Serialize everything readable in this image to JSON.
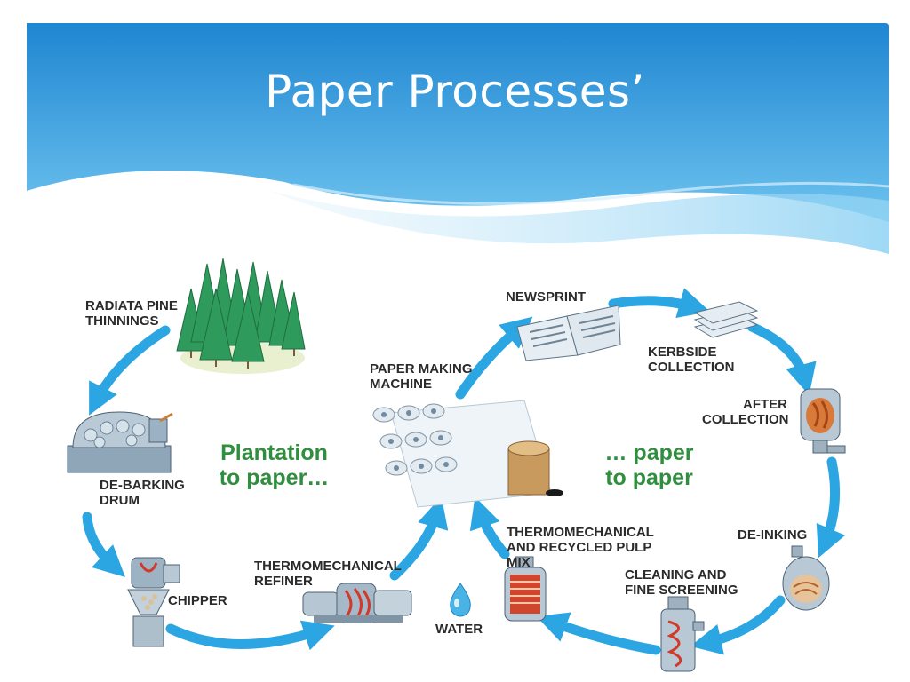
{
  "slide": {
    "title": "Paper Processes’"
  },
  "diagram": {
    "left_cycle_caption": "Plantation\nto paper…",
    "right_cycle_caption": "… paper\nto paper",
    "stages": {
      "radiata": "RADIATA PINE\nTHINNINGS",
      "debarking": "DE-BARKING\nDRUM",
      "chipper": "CHIPPER",
      "refiner": "THERMOMECHANICAL\nREFINER",
      "water": "WATER",
      "paper_machine": "PAPER MAKING\nMACHINE",
      "newsprint": "NEWSPRINT",
      "kerbside": "KERBSIDE\nCOLLECTION",
      "after_collection": "AFTER\nCOLLECTION",
      "deinking": "DE-INKING",
      "cleaning": "CLEANING AND\nFINE SCREENING",
      "pulp_mix": "THERMOMECHANICAL\nAND RECYCLED PULP\nMIX"
    },
    "colors": {
      "header_top": "#1f86d1",
      "header_bottom": "#6ec3ef",
      "arrow": "#2ba6e3",
      "caption_green": "#2f8f3e",
      "tree_green": "#2e9a5c"
    }
  }
}
